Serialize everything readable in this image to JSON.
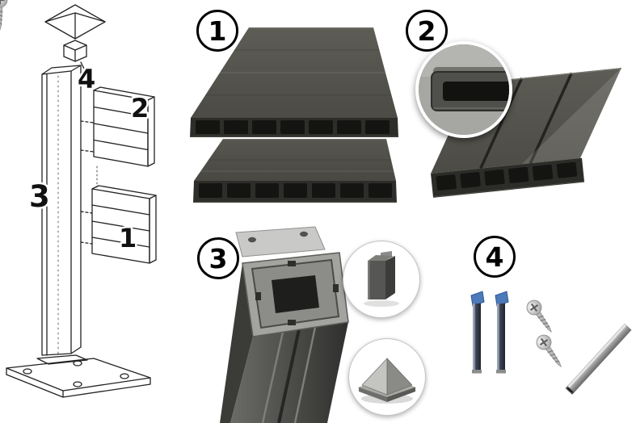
{
  "badges": [
    {
      "number": "1"
    },
    {
      "number": "2"
    },
    {
      "number": "3"
    },
    {
      "number": "4"
    }
  ],
  "drawing_labels": [
    {
      "text": "4"
    },
    {
      "text": "2"
    },
    {
      "text": "3"
    },
    {
      "text": "1"
    }
  ],
  "illustrations": {
    "left_drawing": "post-assembly-line-drawing",
    "item1": "composite-fence-boards",
    "item2": "fence-board-with-cross-section-inset",
    "item3": "aluminum-post-profile",
    "item3_insets": [
      "post-connector-clip",
      "pyramid-post-cap"
    ],
    "item4": "mounting-brackets-screws-and-rail"
  },
  "colors": {
    "board_top": "#55544e",
    "board_face": "#2d2d29",
    "chamber": "#141412",
    "line_art": "#222222",
    "metal_light": "#c9c9c7",
    "metal_mid": "#8c8c89",
    "metal_dark": "#3b3b38",
    "bracket_blue": "#4d7ab8",
    "background": "#ffffff"
  }
}
